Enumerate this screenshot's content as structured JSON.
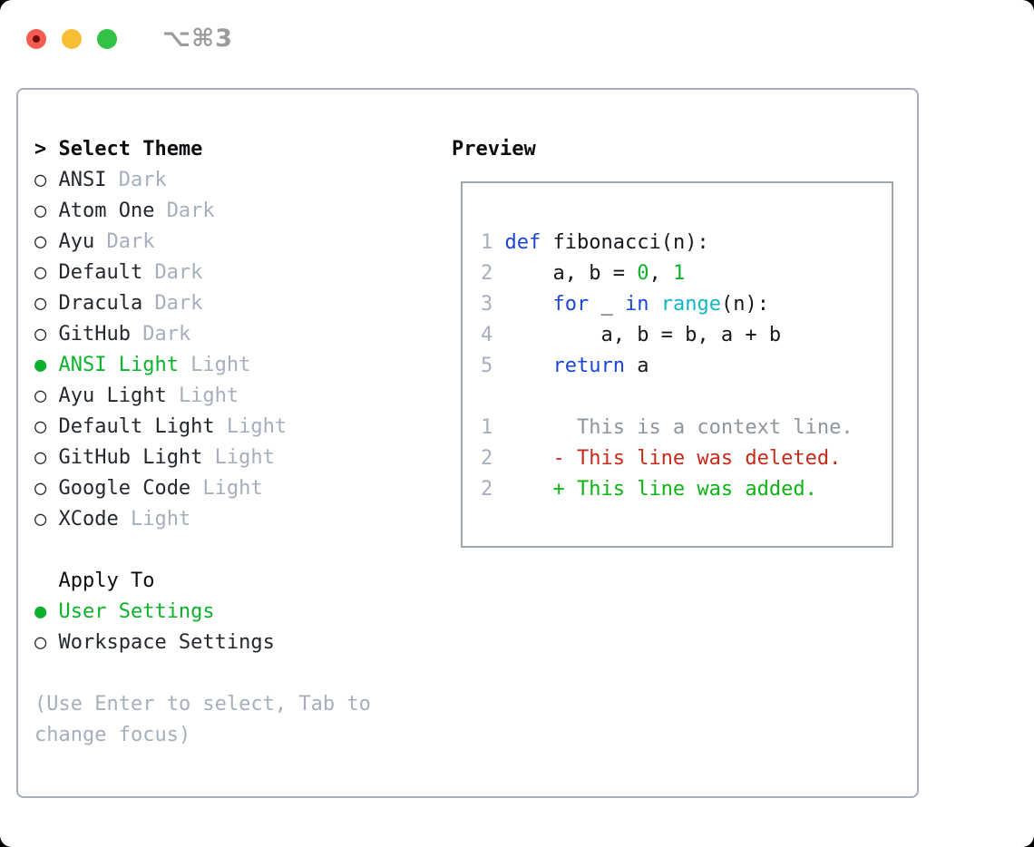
{
  "titlebar": {
    "shortcut_label": "⌥⌘3"
  },
  "icons": {
    "header_prompt": ">",
    "radio_selected": "●",
    "radio_unselected": "○"
  },
  "theme_panel": {
    "header": "Select Theme",
    "items": [
      {
        "name": "ANSI",
        "variant": "Dark",
        "selected": false
      },
      {
        "name": "Atom One",
        "variant": "Dark",
        "selected": false
      },
      {
        "name": "Ayu",
        "variant": "Dark",
        "selected": false
      },
      {
        "name": "Default",
        "variant": "Dark",
        "selected": false
      },
      {
        "name": "Dracula",
        "variant": "Dark",
        "selected": false
      },
      {
        "name": "GitHub",
        "variant": "Dark",
        "selected": false
      },
      {
        "name": "ANSI Light",
        "variant": "Light",
        "selected": true
      },
      {
        "name": "Ayu Light",
        "variant": "Light",
        "selected": false
      },
      {
        "name": "Default Light",
        "variant": "Light",
        "selected": false
      },
      {
        "name": "GitHub Light",
        "variant": "Light",
        "selected": false
      },
      {
        "name": "Google Code",
        "variant": "Light",
        "selected": false
      },
      {
        "name": "XCode",
        "variant": "Light",
        "selected": false
      }
    ],
    "apply_to": {
      "header": "Apply To",
      "options": [
        {
          "label": "User Settings",
          "selected": true
        },
        {
          "label": "Workspace Settings",
          "selected": false
        }
      ]
    },
    "hint_lines": [
      "(Use Enter to select, Tab to",
      "change focus)"
    ]
  },
  "preview": {
    "title": "Preview",
    "code_lines": [
      {
        "num": "1",
        "segments": [
          {
            "t": "def",
            "c": "kw"
          },
          {
            "t": " fibonacci(n):",
            "c": "fg"
          }
        ]
      },
      {
        "num": "2",
        "segments": [
          {
            "t": "    a, b = ",
            "c": "fg"
          },
          {
            "t": "0",
            "c": "num"
          },
          {
            "t": ", ",
            "c": "fg"
          },
          {
            "t": "1",
            "c": "num"
          }
        ]
      },
      {
        "num": "3",
        "segments": [
          {
            "t": "    ",
            "c": "fg"
          },
          {
            "t": "for",
            "c": "kw"
          },
          {
            "t": " _ ",
            "c": "fg"
          },
          {
            "t": "in",
            "c": "kw"
          },
          {
            "t": " ",
            "c": "fg"
          },
          {
            "t": "range",
            "c": "bi"
          },
          {
            "t": "(n):",
            "c": "fg"
          }
        ]
      },
      {
        "num": "4",
        "segments": [
          {
            "t": "        a, b = b, a + b",
            "c": "fg"
          }
        ]
      },
      {
        "num": "5",
        "segments": [
          {
            "t": "    ",
            "c": "fg"
          },
          {
            "t": "return",
            "c": "kw"
          },
          {
            "t": " a",
            "c": "fg"
          }
        ]
      }
    ],
    "diff_lines": [
      {
        "num": "1",
        "segments": [
          {
            "t": "      This is a context line.",
            "c": "ctx"
          }
        ]
      },
      {
        "num": "2",
        "segments": [
          {
            "t": "    - This line was deleted.",
            "c": "del"
          }
        ]
      },
      {
        "num": "2",
        "segments": [
          {
            "t": "    + This line was added.",
            "c": "add"
          }
        ]
      }
    ]
  },
  "colors": {
    "ink": "#23272e",
    "code_ink": "#15181d",
    "muted": "#a5afbd",
    "context_gray": "#8e959d",
    "green": "#0db22b",
    "keyword_blue": "#1b46d2",
    "builtin_cyan": "#12b6c3",
    "number_green": "#0db22b",
    "deleted_red": "#c52a1a",
    "added_green": "#0bb513",
    "window_border": "#a8afb8",
    "preview_border": "#9ea6ae",
    "traffic_red": "#f45c52",
    "traffic_yellow": "#f6bd35",
    "traffic_green": "#32c246",
    "shortcut_gray": "#9b9b9b"
  }
}
